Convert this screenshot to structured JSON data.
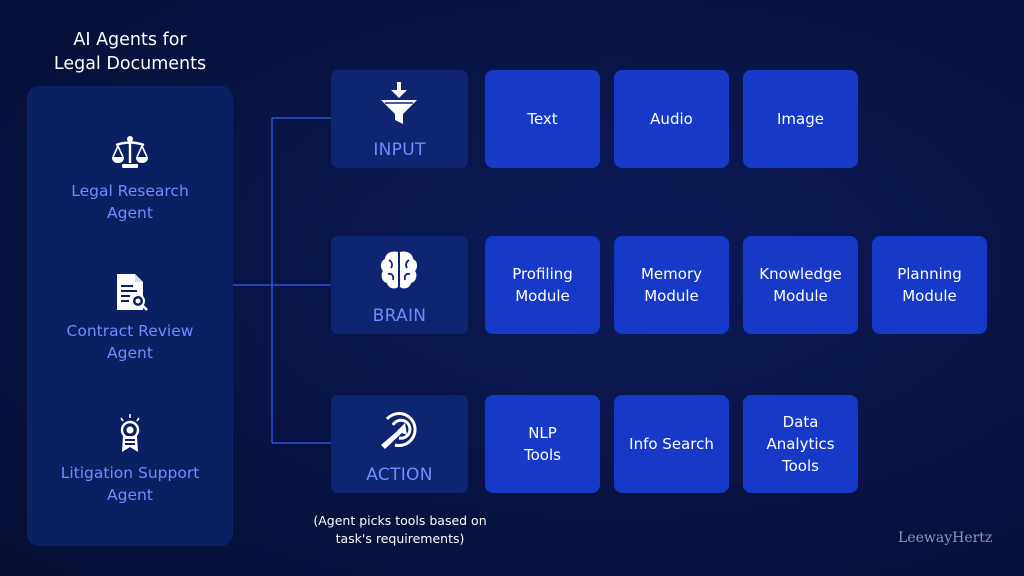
{
  "title": {
    "line1": "AI Agents for",
    "line2": "Legal Documents"
  },
  "agents": [
    {
      "icon": "scales-icon",
      "line1": "Legal Research",
      "line2": "Agent"
    },
    {
      "icon": "contract-document-icon",
      "line1": "Contract Review",
      "line2": "Agent"
    },
    {
      "icon": "award-badge-icon",
      "line1": "Litigation Support",
      "line2": "Agent"
    }
  ],
  "categories": [
    {
      "label": "INPUT",
      "icon": "funnel-icon",
      "items": [
        {
          "line1": "Text"
        },
        {
          "line1": "Audio"
        },
        {
          "line1": "Image"
        }
      ]
    },
    {
      "label": "BRAIN",
      "icon": "brain-icon",
      "items": [
        {
          "line1": "Profiling",
          "line2": "Module"
        },
        {
          "line1": "Memory",
          "line2": "Module"
        },
        {
          "line1": "Knowledge",
          "line2": "Module"
        },
        {
          "line1": "Planning",
          "line2": "Module"
        }
      ]
    },
    {
      "label": "ACTION",
      "icon": "cursor-target-icon",
      "items": [
        {
          "line1": "NLP",
          "line2": "Tools"
        },
        {
          "line1": "Info Search"
        },
        {
          "line1": "Data",
          "line2": "Analytics",
          "line3": "Tools"
        }
      ]
    }
  ],
  "note": {
    "line1": "(Agent picks tools based on",
    "line2": "task's requirements)"
  },
  "brand": "LeewayHertz",
  "colors": {
    "background": "#081343",
    "panel": "#0b1f63",
    "category_box": "#0f2572",
    "item_box": "#1639c7",
    "accent_text": "#6f8dff",
    "connector": "#2f4fd6"
  }
}
